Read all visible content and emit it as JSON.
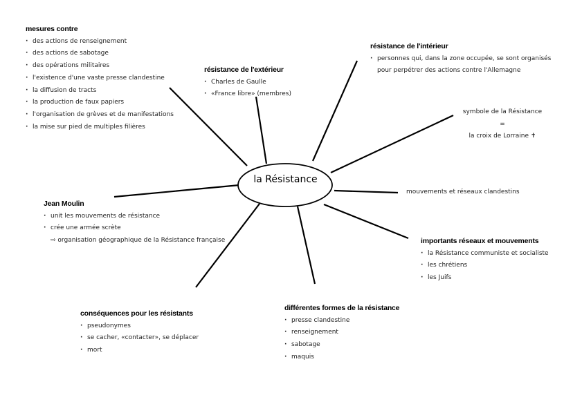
{
  "center": "la Résistance",
  "mesures": {
    "title": "mesures contre",
    "items": [
      "des actions de renseignement",
      "des actions de sabotage",
      "des opérations militaires",
      "l'existence d'une vaste presse clandestine",
      "la diffusion de tracts",
      "la production de faux papiers",
      "l'organisation de grèves et de manifestations",
      "la mise sur pied de multiples filières"
    ]
  },
  "exterieur": {
    "title": "résistance de l'extérieur",
    "items": [
      "Charles de Gaulle",
      "«France libre» (membres)"
    ]
  },
  "interieur": {
    "title": "résistance de l'intérieur",
    "line1": "personnes qui, dans la zone occupée, se sont organisés",
    "line2": "pour perpétrer des actions contre l'Allemagne"
  },
  "symbole": {
    "line1": "symbole de la Résistance",
    "line2": "=",
    "line3": "la croix de Lorraine ✝"
  },
  "mouvements": "mouvements et réseaux clandestins",
  "reseaux": {
    "title": "importants réseaux et mouvements",
    "items": [
      "la Résistance communiste et socialiste",
      "les chrétiens",
      "les Juifs"
    ]
  },
  "moulin": {
    "title": "Jean Moulin",
    "items": [
      "unit les mouvements de résistance",
      "crée une armée scrète"
    ],
    "arrow": "⇨",
    "result": "organisation géographique de la Résistance française"
  },
  "consequences": {
    "title": "conséquences pour les résistants",
    "items": [
      "pseudonymes",
      "se cacher, «contacter», se déplacer",
      "mort"
    ]
  },
  "formes": {
    "title": "différentes formes de la résistance",
    "items": [
      "presse clandestine",
      "renseignement",
      "sabotage",
      "maquis"
    ]
  }
}
